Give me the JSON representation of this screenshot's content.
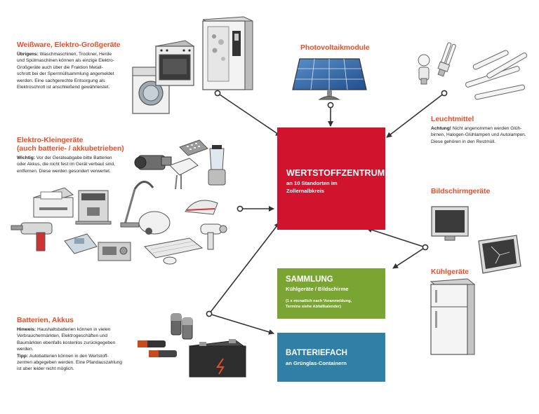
{
  "center": {
    "title": "WERTSTOFFZENTRUM",
    "line2": "an 10 Standorten im",
    "line3": "Zollernalbkreis",
    "color": "#d1142e"
  },
  "sammlung": {
    "title": "SAMMLUNG",
    "subtitle": "Kühlgeräte / Bildschirme",
    "note1": "(1 x monatlich nach Voranmeldung,",
    "note2": "Termine siehe Abfallkalender)",
    "color": "#7aa532"
  },
  "batteriefach": {
    "title": "BATTERIEFACH",
    "subtitle": "an Grünglas-Containern",
    "color": "#2f7fa7"
  },
  "weissware": {
    "heading": "Weißware, Elektro-Großgeräte",
    "lead": "Übrigens:",
    "lines": [
      "Waschmaschinen, Trockner, Herde",
      "und Spülmaschinen können als einzige Elektro-",
      "Großgeräte auch über die Fraktion Metall-",
      "schrott bei der Sperrmüllsammlung angemeldet",
      "werden. Eine sachgerechte Entsorgung als",
      "Elektroschrott ist anschließend gewährleistet."
    ]
  },
  "kleingeraete": {
    "heading1": "Elektro-Kleingeräte",
    "heading2": "(auch batterie- / akkubetrieben)",
    "lead": "Wichtig:",
    "lines": [
      "Vor der Geräteabgabe bitte Batterien",
      "oder Akkus, die nicht fest im Gerät verbaut sind,",
      "entfernen. Diese werden gesondert verwertet."
    ]
  },
  "batterien": {
    "heading": "Batterien, Akkus",
    "lead1": "Hinweis:",
    "lines1": [
      "Haushaltsbatterien können in vielen",
      "Verbrauchermärkten, Elektrogeschäften und",
      "Baumärkten ebenfalls kostenlos zurückgegeben",
      "werden."
    ],
    "lead2": "Tipp:",
    "lines2": [
      "Autobatterien können in den Wertstoff-",
      "zentren abgegeben werden. Eine Pfandauszahlung",
      "ist aber leider nicht möglich."
    ]
  },
  "photovoltaik": {
    "heading": "Photovoltaikmodule"
  },
  "leuchtmittel": {
    "heading": "Leuchtmittel",
    "lead": "Achtung!",
    "lines": [
      "Nicht angenommen werden Glüh-",
      "birnen, Halogen-Glühlampen und Autolampen.",
      "Diese gehören in den Restmüll."
    ]
  },
  "bildschirm": {
    "heading": "Bildschirmgeräte"
  },
  "kuehl": {
    "heading": "Kühlgeräte"
  },
  "icons": [
    "washing-machine-icon",
    "stove-icon",
    "vending-fridge-icon",
    "solar-panel-icon",
    "lamp-icon",
    "monitor-icon",
    "fridge-icon",
    "battery-icon",
    "car-battery-icon",
    "printer-icon",
    "vacuum-icon",
    "drill-icon",
    "keyboard-icon",
    "mixer-icon"
  ],
  "line_color": "#333333"
}
